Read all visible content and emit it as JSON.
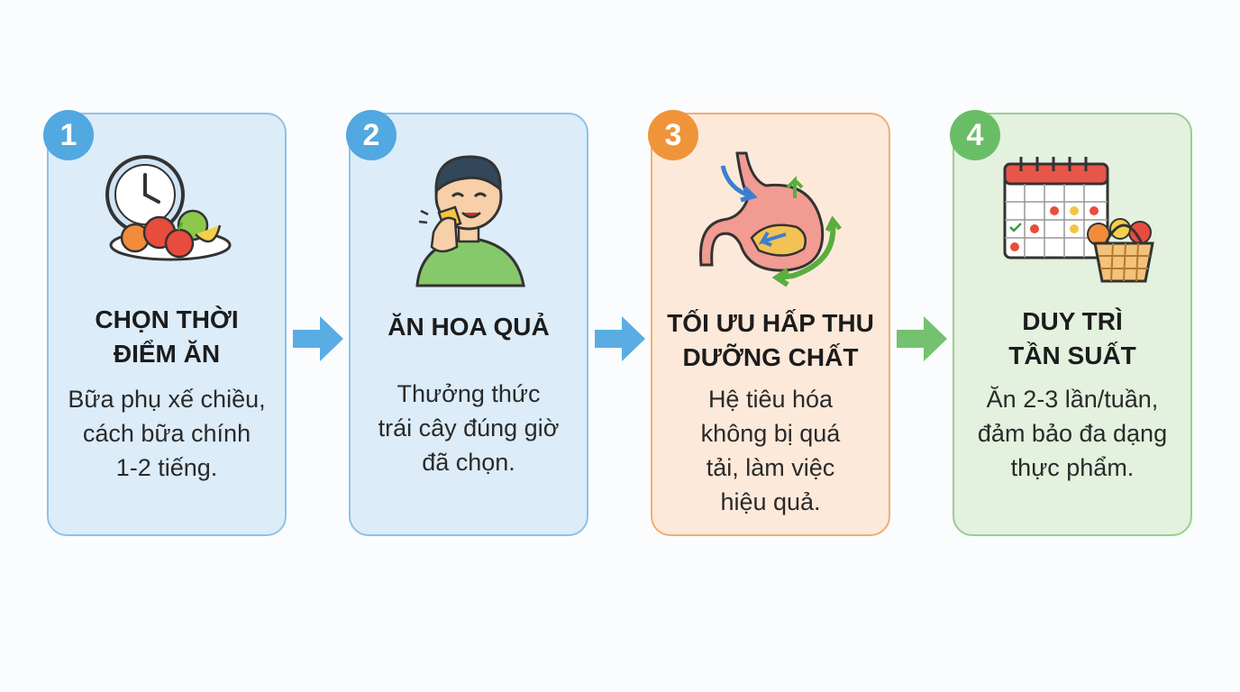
{
  "steps": [
    {
      "number": "1",
      "title": "CHỌN THỜI\nĐIỂM ĂN",
      "description": "Bữa phụ xế chiều,\ncách bữa chính\n1-2 tiếng.",
      "icon": "clock-fruit-plate-icon",
      "accent": "#52a8e0"
    },
    {
      "number": "2",
      "title": "ĂN HOA QUẢ",
      "description": "Thưởng thức\ntrái cây đúng giờ\nđã chọn.",
      "icon": "person-eating-fruit-icon",
      "accent": "#52a8e0"
    },
    {
      "number": "3",
      "title": "TỐI ƯU HẤP THU\nDƯỠNG CHẤT",
      "description": "Hệ tiêu hóa\nkhông bị quá\ntải,  làm việc\nhiệu quả.",
      "icon": "stomach-digestion-icon",
      "accent": "#f0943a"
    },
    {
      "number": "4",
      "title": "DUY TRÌ\nTẦN SUẤT",
      "description": "Ăn 2-3 lần/tuần,\nđảm bảo đa dạng\nthực phẩm.",
      "icon": "calendar-fruit-basket-icon",
      "accent": "#6abd67"
    }
  ],
  "arrows": [
    {
      "icon": "arrow-right-icon",
      "color": "#5aade3"
    },
    {
      "icon": "arrow-right-icon",
      "color": "#5aade3"
    },
    {
      "icon": "arrow-right-icon",
      "color": "#74c170"
    }
  ]
}
